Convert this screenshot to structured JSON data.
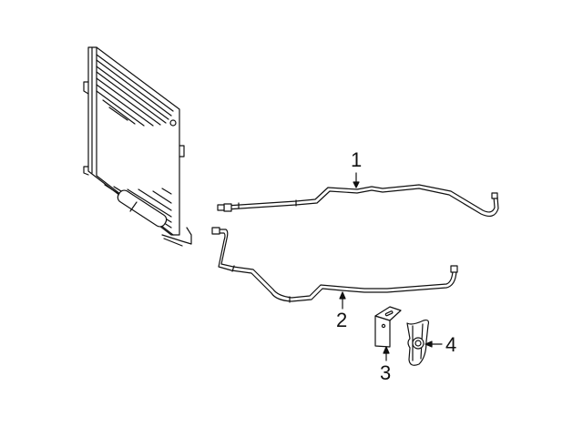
{
  "diagram": {
    "type": "exploded parts diagram",
    "background": "#ffffff",
    "line_color": "#111111",
    "parts": [
      {
        "id": "condenser",
        "name": "Condenser / oil cooler assembly",
        "callout": ""
      },
      {
        "id": "part-1",
        "name": "Upper cooler line",
        "callout": "1"
      },
      {
        "id": "part-2",
        "name": "Lower cooler line",
        "callout": "2"
      },
      {
        "id": "part-3",
        "name": "Mounting bracket",
        "callout": "3"
      },
      {
        "id": "part-4",
        "name": "Line clip with nut",
        "callout": "4"
      }
    ]
  }
}
